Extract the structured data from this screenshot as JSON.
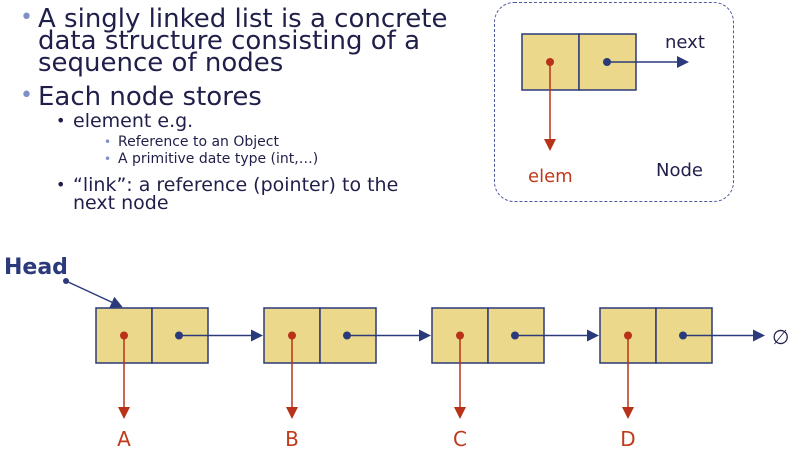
{
  "bullets": [
    {
      "level": 1,
      "text": "A singly linked list is a concrete data structure consisting of a sequence of nodes",
      "lines": [
        "A singly linked list is a concrete",
        "data structure consisting of a",
        "sequence of nodes"
      ]
    },
    {
      "level": 1,
      "text": "Each node stores",
      "lines": [
        "Each node stores"
      ]
    },
    {
      "level": 2,
      "text": "element e.g.",
      "lines": [
        "element e.g."
      ]
    },
    {
      "level": 3,
      "text": "Reference to an Object",
      "lines": [
        "Reference to an Object"
      ]
    },
    {
      "level": 3,
      "text": "A primitive date type (int,…)",
      "lines": [
        "A primitive date type (int,…)"
      ]
    },
    {
      "level": 2,
      "text": "“link”: a reference (pointer) to the next node",
      "lines": [
        "“link”: a reference (pointer) to the",
        "next node"
      ]
    }
  ],
  "node_diagram": {
    "next_label": "next",
    "elem_label": "elem",
    "node_label": "Node"
  },
  "list": {
    "head_label": "Head",
    "nodes": [
      "A",
      "B",
      "C",
      "D"
    ],
    "null_symbol": "∅"
  },
  "colors": {
    "cell_fill": "#ecd88a",
    "arrow": "#b8321a",
    "link": "#2b3a7a",
    "text": "#1f1f4a",
    "bullet": "#7f8fc8",
    "elem_text": "#c0391b"
  }
}
